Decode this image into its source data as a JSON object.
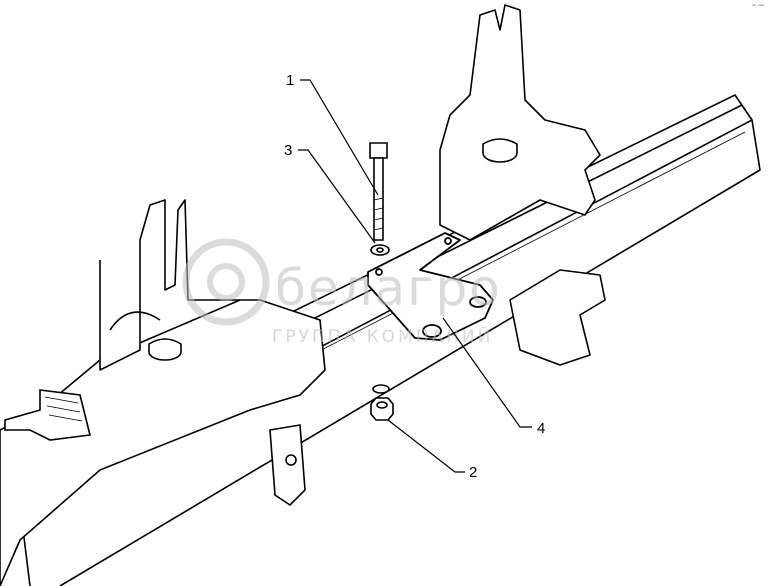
{
  "callouts": [
    {
      "id": "1",
      "label": "1"
    },
    {
      "id": "3",
      "label": "3"
    },
    {
      "id": "4",
      "label": "4"
    },
    {
      "id": "2",
      "label": "2"
    }
  ],
  "watermark": {
    "name": "белагро",
    "subtitle": "ГРУППА КОМПАНИЙ"
  },
  "corner_mark": "ᵃᴾ ᵐᵃᵃ",
  "colors": {
    "line": "#000000",
    "watermark": "#bdbdbd",
    "background": "#ffffff"
  }
}
